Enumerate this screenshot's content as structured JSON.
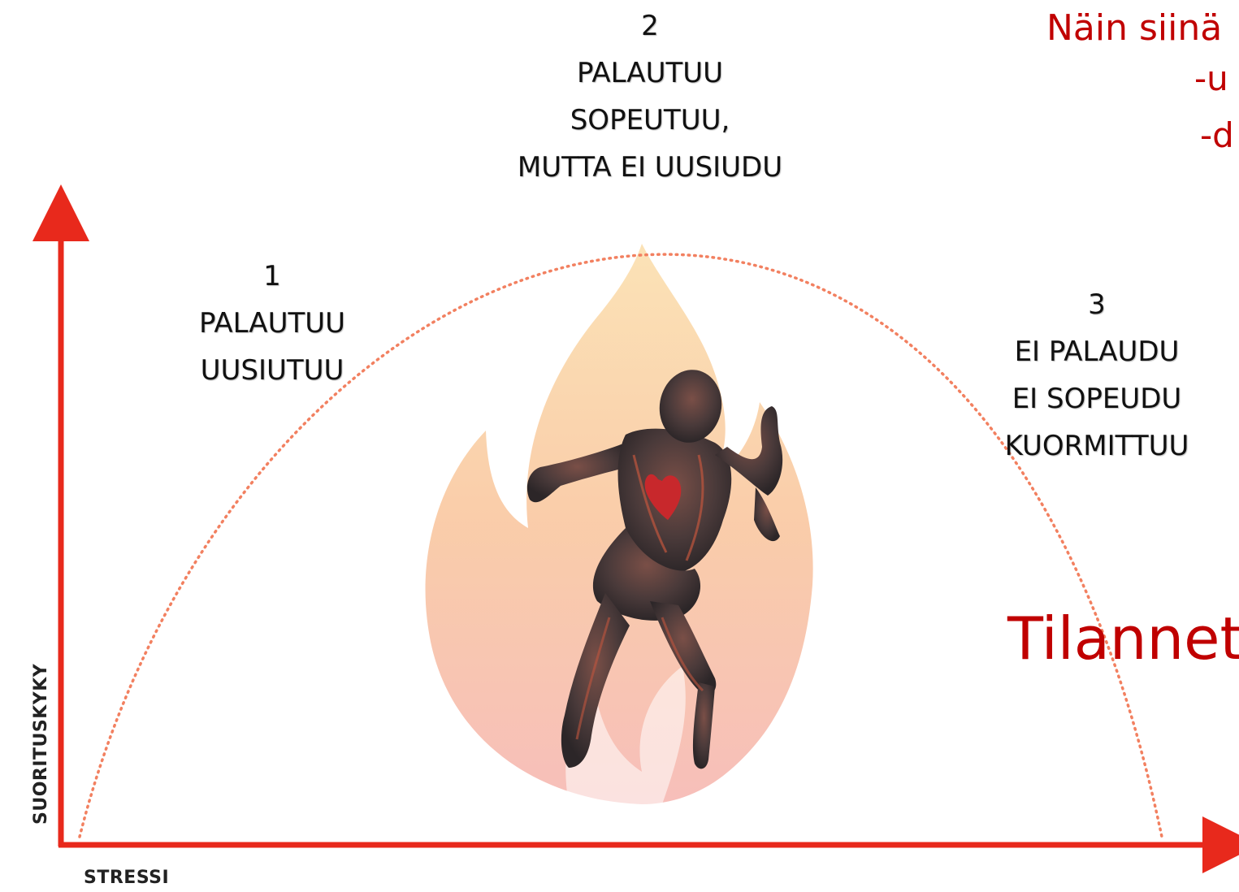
{
  "axes": {
    "x_label": "STRESSI",
    "y_label": "SUORITUSKYKY",
    "color": "#e8291c"
  },
  "curve": {
    "shape": "inverted-u",
    "style": "dotted",
    "color": "#f28060"
  },
  "zones": [
    {
      "number": "1",
      "lines": [
        "PALAUTUU",
        "UUSIUTUU"
      ]
    },
    {
      "number": "2",
      "lines": [
        "PALAUTUU",
        "SOPEUTUU,",
        "MUTTA EI UUSIUDU"
      ]
    },
    {
      "number": "3",
      "lines": [
        "EI PALAUDU",
        "EI SOPEUDU",
        "KUORMITTUU"
      ]
    }
  ],
  "red_text": {
    "title": "Näin siinä",
    "line_1": "-u",
    "line_2": "-d",
    "big": "Tilannet",
    "color": "#c00000"
  },
  "illustration": {
    "figure": "running-human-anatomy-figure",
    "background": "flame",
    "heart": "heart"
  }
}
